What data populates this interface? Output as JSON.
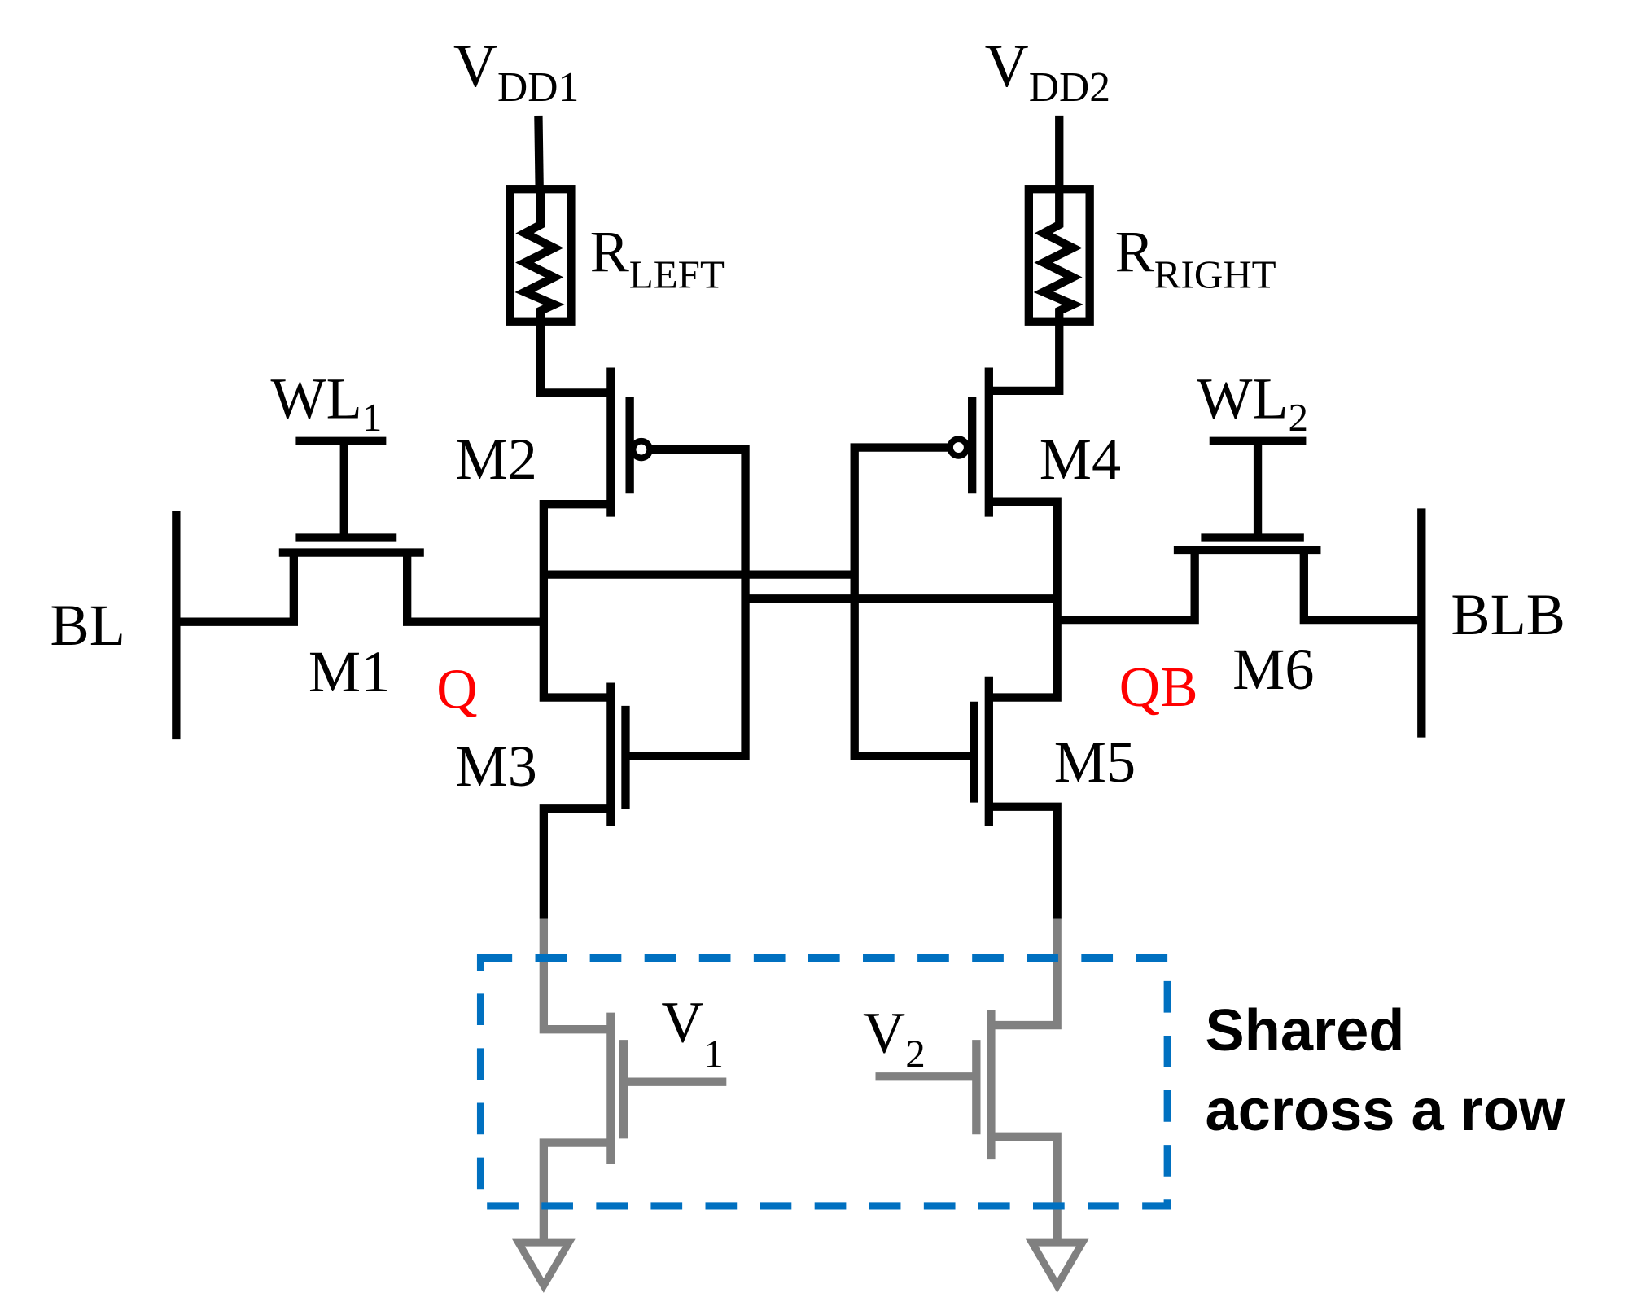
{
  "title": "SRAM cell with resistive loads and shared row transistors",
  "supplies": {
    "left": {
      "main": "V",
      "sub": "DD1"
    },
    "right": {
      "main": "V",
      "sub": "DD2"
    }
  },
  "resistors": {
    "left": {
      "main": "R",
      "sub": "LEFT"
    },
    "right": {
      "main": "R",
      "sub": "RIGHT"
    }
  },
  "wordlines": {
    "left": {
      "main": "WL",
      "sub": "1"
    },
    "right": {
      "main": "WL",
      "sub": "2"
    }
  },
  "bitlines": {
    "left": "BL",
    "right": "BLB"
  },
  "transistors": {
    "m1": "M1",
    "m2": "M2",
    "m3": "M3",
    "m4": "M4",
    "m5": "M5",
    "m6": "M6"
  },
  "nodes": {
    "q": "Q",
    "qb": "QB"
  },
  "shared": {
    "v1": {
      "main": "V",
      "sub": "1"
    },
    "v2": {
      "main": "V",
      "sub": "2"
    },
    "label_line1": "Shared",
    "label_line2": "across a row"
  },
  "colors": {
    "wire": "#000000",
    "shared_wire": "#808080",
    "box": "#0070C0",
    "node_label": "#FF0000"
  }
}
